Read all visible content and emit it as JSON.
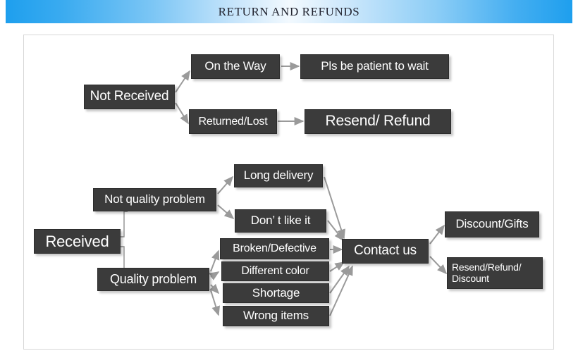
{
  "header": {
    "title": "RETURN AND REFUNDS",
    "gradient_start": "#1e9fee",
    "gradient_mid": "#f2f9fe",
    "gradient_end": "#1e9fee"
  },
  "theme": {
    "node_fill": "#3b3b3b",
    "node_text": "#ffffff",
    "connector": "#9a9a9a",
    "frame_border": "#d8d8d8",
    "page_background": "#ffffff"
  },
  "diagram": {
    "title": "RETURN AND REFUNDS",
    "type": "flowchart",
    "branches": [
      {
        "id": "not-received",
        "root": "Not Received",
        "paths": [
          {
            "step": "On the Way",
            "outcome": "Pls be patient to wait"
          },
          {
            "step": "Returned/Lost",
            "outcome": "Resend/ Refund"
          }
        ]
      },
      {
        "id": "received",
        "root": "Received",
        "categories": [
          {
            "label": "Not quality problem",
            "reasons": [
              "Long delivery",
              "Don’ t like it"
            ]
          },
          {
            "label": "Quality problem",
            "reasons": [
              "Broken/Defective",
              "Different color",
              "Shortage",
              "Wrong items"
            ]
          }
        ],
        "hub": "Contact us",
        "outcomes": [
          "Discount/Gifts",
          "Resend/Refund/\nDiscount"
        ]
      }
    ]
  },
  "nodes": {
    "not_received": "Not Received",
    "on_the_way": "On the Way",
    "pls_be_patient": "Pls be patient to wait",
    "returned_lost": "Returned/Lost",
    "resend_refund": "Resend/ Refund",
    "received": "Received",
    "not_quality_problem": "Not quality problem",
    "quality_problem": "Quality problem",
    "long_delivery": "Long delivery",
    "dont_like_it": "Don’ t like it",
    "broken_defective": "Broken/Defective",
    "different_color": "Different color",
    "shortage": "Shortage",
    "wrong_items": "Wrong items",
    "contact_us": "Contact us",
    "discount_gifts": "Discount/Gifts",
    "resend_refund_discount": "Resend/Refund/\nDiscount"
  }
}
